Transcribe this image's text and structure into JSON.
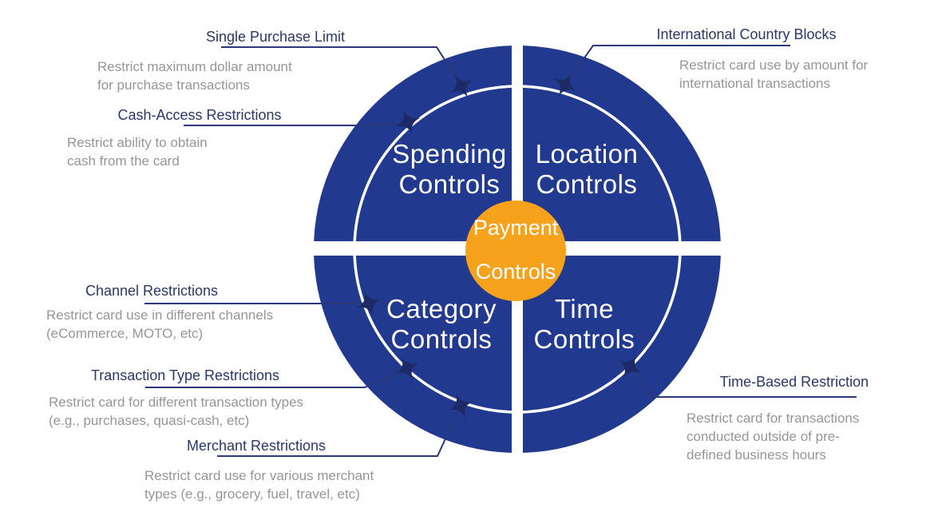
{
  "diagram": {
    "name": "Payment Controls wheel diagram",
    "center": {
      "label": "Payment\nControls"
    },
    "quadrants": [
      {
        "id": "spending",
        "label": "Spending\nControls"
      },
      {
        "id": "location",
        "label": "Location\nControls"
      },
      {
        "id": "category",
        "label": "Category\nControls"
      },
      {
        "id": "time",
        "label": "Time\nControls"
      }
    ],
    "callouts": [
      {
        "id": "single-purchase-limit",
        "title": "Single Purchase Limit",
        "description": "Restrict maximum dollar amount\nfor purchase transactions"
      },
      {
        "id": "cash-access-restrictions",
        "title": "Cash-Access Restrictions",
        "description": "Restrict ability to obtain\ncash from the card"
      },
      {
        "id": "international-country-blocks",
        "title": "International Country Blocks",
        "description": "Restrict card use by amount for\ninternational transactions"
      },
      {
        "id": "channel-restrictions",
        "title": "Channel Restrictions",
        "description": "Restrict card use in different channels\n(eCommerce, MOTO, etc)"
      },
      {
        "id": "transaction-type-restrictions",
        "title": "Transaction Type Restrictions",
        "description": "Restrict card for different transaction types\n(e.g., purchases, quasi-cash, etc)"
      },
      {
        "id": "merchant-restrictions",
        "title": "Merchant Restrictions",
        "description": "Restrict card use for various merchant\ntypes (e.g., grocery, fuel, travel, etc)"
      },
      {
        "id": "time-based-restriction",
        "title": "Time-Based Restriction",
        "description": "Restrict card for transactions\nconducted outside of pre-\ndefined business hours"
      }
    ],
    "colors": {
      "wheel_blue": "#21398E",
      "center_orange": "#F6A21C",
      "leader_line_navy": "#2B3779",
      "arrow_star_navy": "#1C2A66",
      "callout_title_navy": "#29386C",
      "description_gray": "#96969A",
      "quadrant_text_white": "#FFFFFF"
    }
  }
}
